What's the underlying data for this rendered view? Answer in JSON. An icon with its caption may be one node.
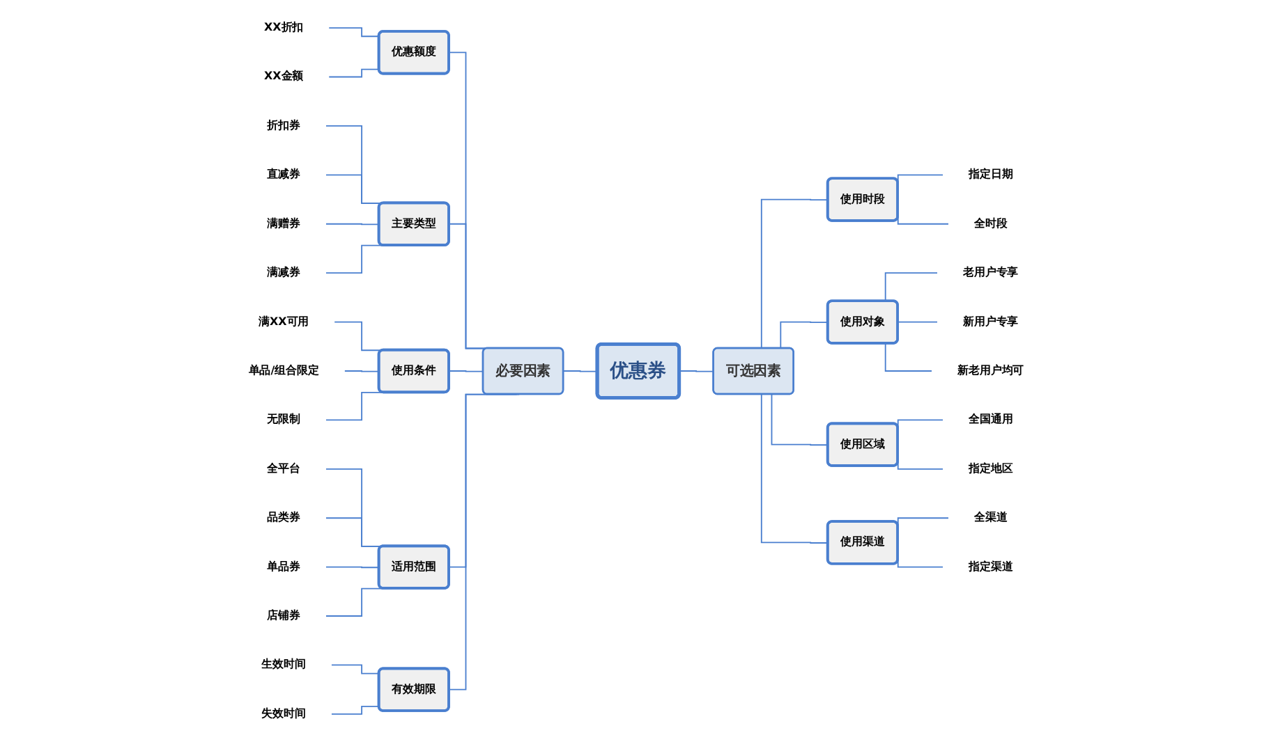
{
  "diagram": {
    "nodes": [
      {
        "text": [
          "优惠券"
        ]
      },
      {
        "text": [
          "必要因素"
        ]
      },
      {
        "text": [
          "优惠额度"
        ]
      },
      {
        "text": [
          "XX折扣"
        ]
      },
      {
        "text": [
          "XX金额"
        ]
      },
      {
        "text": [
          "主要类型"
        ]
      },
      {
        "text": [
          "折扣券"
        ]
      },
      {
        "text": [
          "直减券"
        ]
      },
      {
        "text": [
          "满赠券"
        ]
      },
      {
        "text": [
          "满减券"
        ]
      },
      {
        "text": [
          "使用条件"
        ]
      },
      {
        "text": [
          "满XX可用"
        ]
      },
      {
        "text": [
          "单品/组合限定"
        ]
      },
      {
        "text": [
          "无限制"
        ]
      },
      {
        "text": [
          "适用范围"
        ]
      },
      {
        "text": [
          "全平台"
        ]
      },
      {
        "text": [
          "品类券"
        ]
      },
      {
        "text": [
          "单品券"
        ]
      },
      {
        "text": [
          "店铺券"
        ]
      },
      {
        "text": [
          "有效期限"
        ]
      },
      {
        "text": [
          "生效时间"
        ]
      },
      {
        "text": [
          "失效时间"
        ]
      },
      {
        "text": [
          "可选因素"
        ]
      },
      {
        "text": [
          "使用时段"
        ]
      },
      {
        "text": [
          "指定日期"
        ]
      },
      {
        "text": [
          "全时段"
        ]
      },
      {
        "text": [
          "使用对象"
        ]
      },
      {
        "text": [
          "老用户专享"
        ]
      },
      {
        "text": [
          "新用户专享"
        ]
      },
      {
        "text": [
          "新老用户均可"
        ]
      },
      {
        "text": [
          "使用区域"
        ]
      },
      {
        "text": [
          "全国通用"
        ]
      },
      {
        "text": [
          "指定地区"
        ]
      },
      {
        "text": [
          "使用渠道"
        ]
      },
      {
        "text": [
          "全渠道"
        ]
      },
      {
        "text": [
          "指定渠道"
        ]
      }
    ],
    "edges": [
      {
        "from": 1,
        "to": 0,
        "arrow": "none"
      },
      {
        "from": 2,
        "to": 1,
        "arrow": "none"
      },
      {
        "from": 3,
        "to": 2,
        "arrow": "none"
      },
      {
        "from": 4,
        "to": 2,
        "arrow": "none"
      },
      {
        "from": 5,
        "to": 1,
        "arrow": "none"
      },
      {
        "from": 6,
        "to": 5,
        "arrow": "none"
      },
      {
        "from": 7,
        "to": 5,
        "arrow": "none"
      },
      {
        "from": 8,
        "to": 5,
        "arrow": "none"
      },
      {
        "from": 9,
        "to": 5,
        "arrow": "none"
      },
      {
        "from": 10,
        "to": 1,
        "arrow": "none"
      },
      {
        "from": 11,
        "to": 10,
        "arrow": "none"
      },
      {
        "from": 12,
        "to": 10,
        "arrow": "none"
      },
      {
        "from": 13,
        "to": 10,
        "arrow": "none"
      },
      {
        "from": 14,
        "to": 1,
        "arrow": "none"
      },
      {
        "from": 15,
        "to": 14,
        "arrow": "none"
      },
      {
        "from": 16,
        "to": 14,
        "arrow": "none"
      },
      {
        "from": 17,
        "to": 14,
        "arrow": "none"
      },
      {
        "from": 18,
        "to": 14,
        "arrow": "none"
      },
      {
        "from": 19,
        "to": 1,
        "arrow": "none"
      },
      {
        "from": 20,
        "to": 19,
        "arrow": "none"
      },
      {
        "from": 21,
        "to": 19,
        "arrow": "none"
      },
      {
        "from": 0,
        "to": 22,
        "arrow": "none"
      },
      {
        "from": 22,
        "to": 23,
        "arrow": "none"
      },
      {
        "from": 23,
        "to": 24,
        "arrow": "none"
      },
      {
        "from": 23,
        "to": 25,
        "arrow": "none"
      },
      {
        "from": 22,
        "to": 26,
        "arrow": "none"
      },
      {
        "from": 26,
        "to": 27,
        "arrow": "none"
      },
      {
        "from": 26,
        "to": 28,
        "arrow": "none"
      },
      {
        "from": 26,
        "to": 29,
        "arrow": "none"
      },
      {
        "from": 22,
        "to": 30,
        "arrow": "none"
      },
      {
        "from": 30,
        "to": 31,
        "arrow": "none"
      },
      {
        "from": 30,
        "to": 32,
        "arrow": "none"
      },
      {
        "from": 22,
        "to": 33,
        "arrow": "none"
      },
      {
        "from": 33,
        "to": 34,
        "arrow": "none"
      },
      {
        "from": 33,
        "to": 35,
        "arrow": "none"
      }
    ]
  }
}
